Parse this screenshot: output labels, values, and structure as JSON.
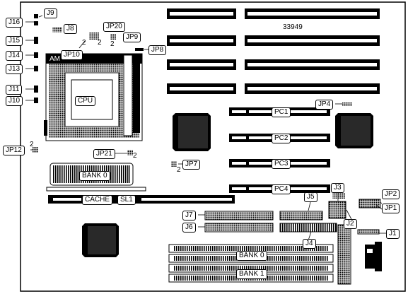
{
  "board": {
    "part_number": "33949",
    "pin_one": "2",
    "cpu_label": "CPU",
    "chip_marking": "AM"
  },
  "jumpers": {
    "j16": "J16",
    "j9": "J9",
    "j8": "J8",
    "jp20": "JP20",
    "jp9": "JP9",
    "j15": "J15",
    "jp10": "JP10",
    "jp8": "JP8",
    "j14": "J14",
    "j13": "J13",
    "j11": "J11",
    "j10": "J10",
    "jp4": "JP4",
    "jp12": "JP12",
    "jp21": "JP21",
    "jp7": "JP7",
    "j3": "J3",
    "jp2": "JP2",
    "jp1": "JP1",
    "j7": "J7",
    "j5": "J5",
    "j2": "J2",
    "j6": "J6",
    "j1": "J1",
    "j4": "J4"
  },
  "slots": {
    "pc1": "PC1",
    "pc2": "PC2",
    "pc3": "PC3",
    "pc4": "PC4",
    "cache_bank": "BANK 0",
    "cache": "CACHE",
    "sl1": "SL1",
    "bank0": "BANK 0",
    "bank1": "BANK 1"
  }
}
